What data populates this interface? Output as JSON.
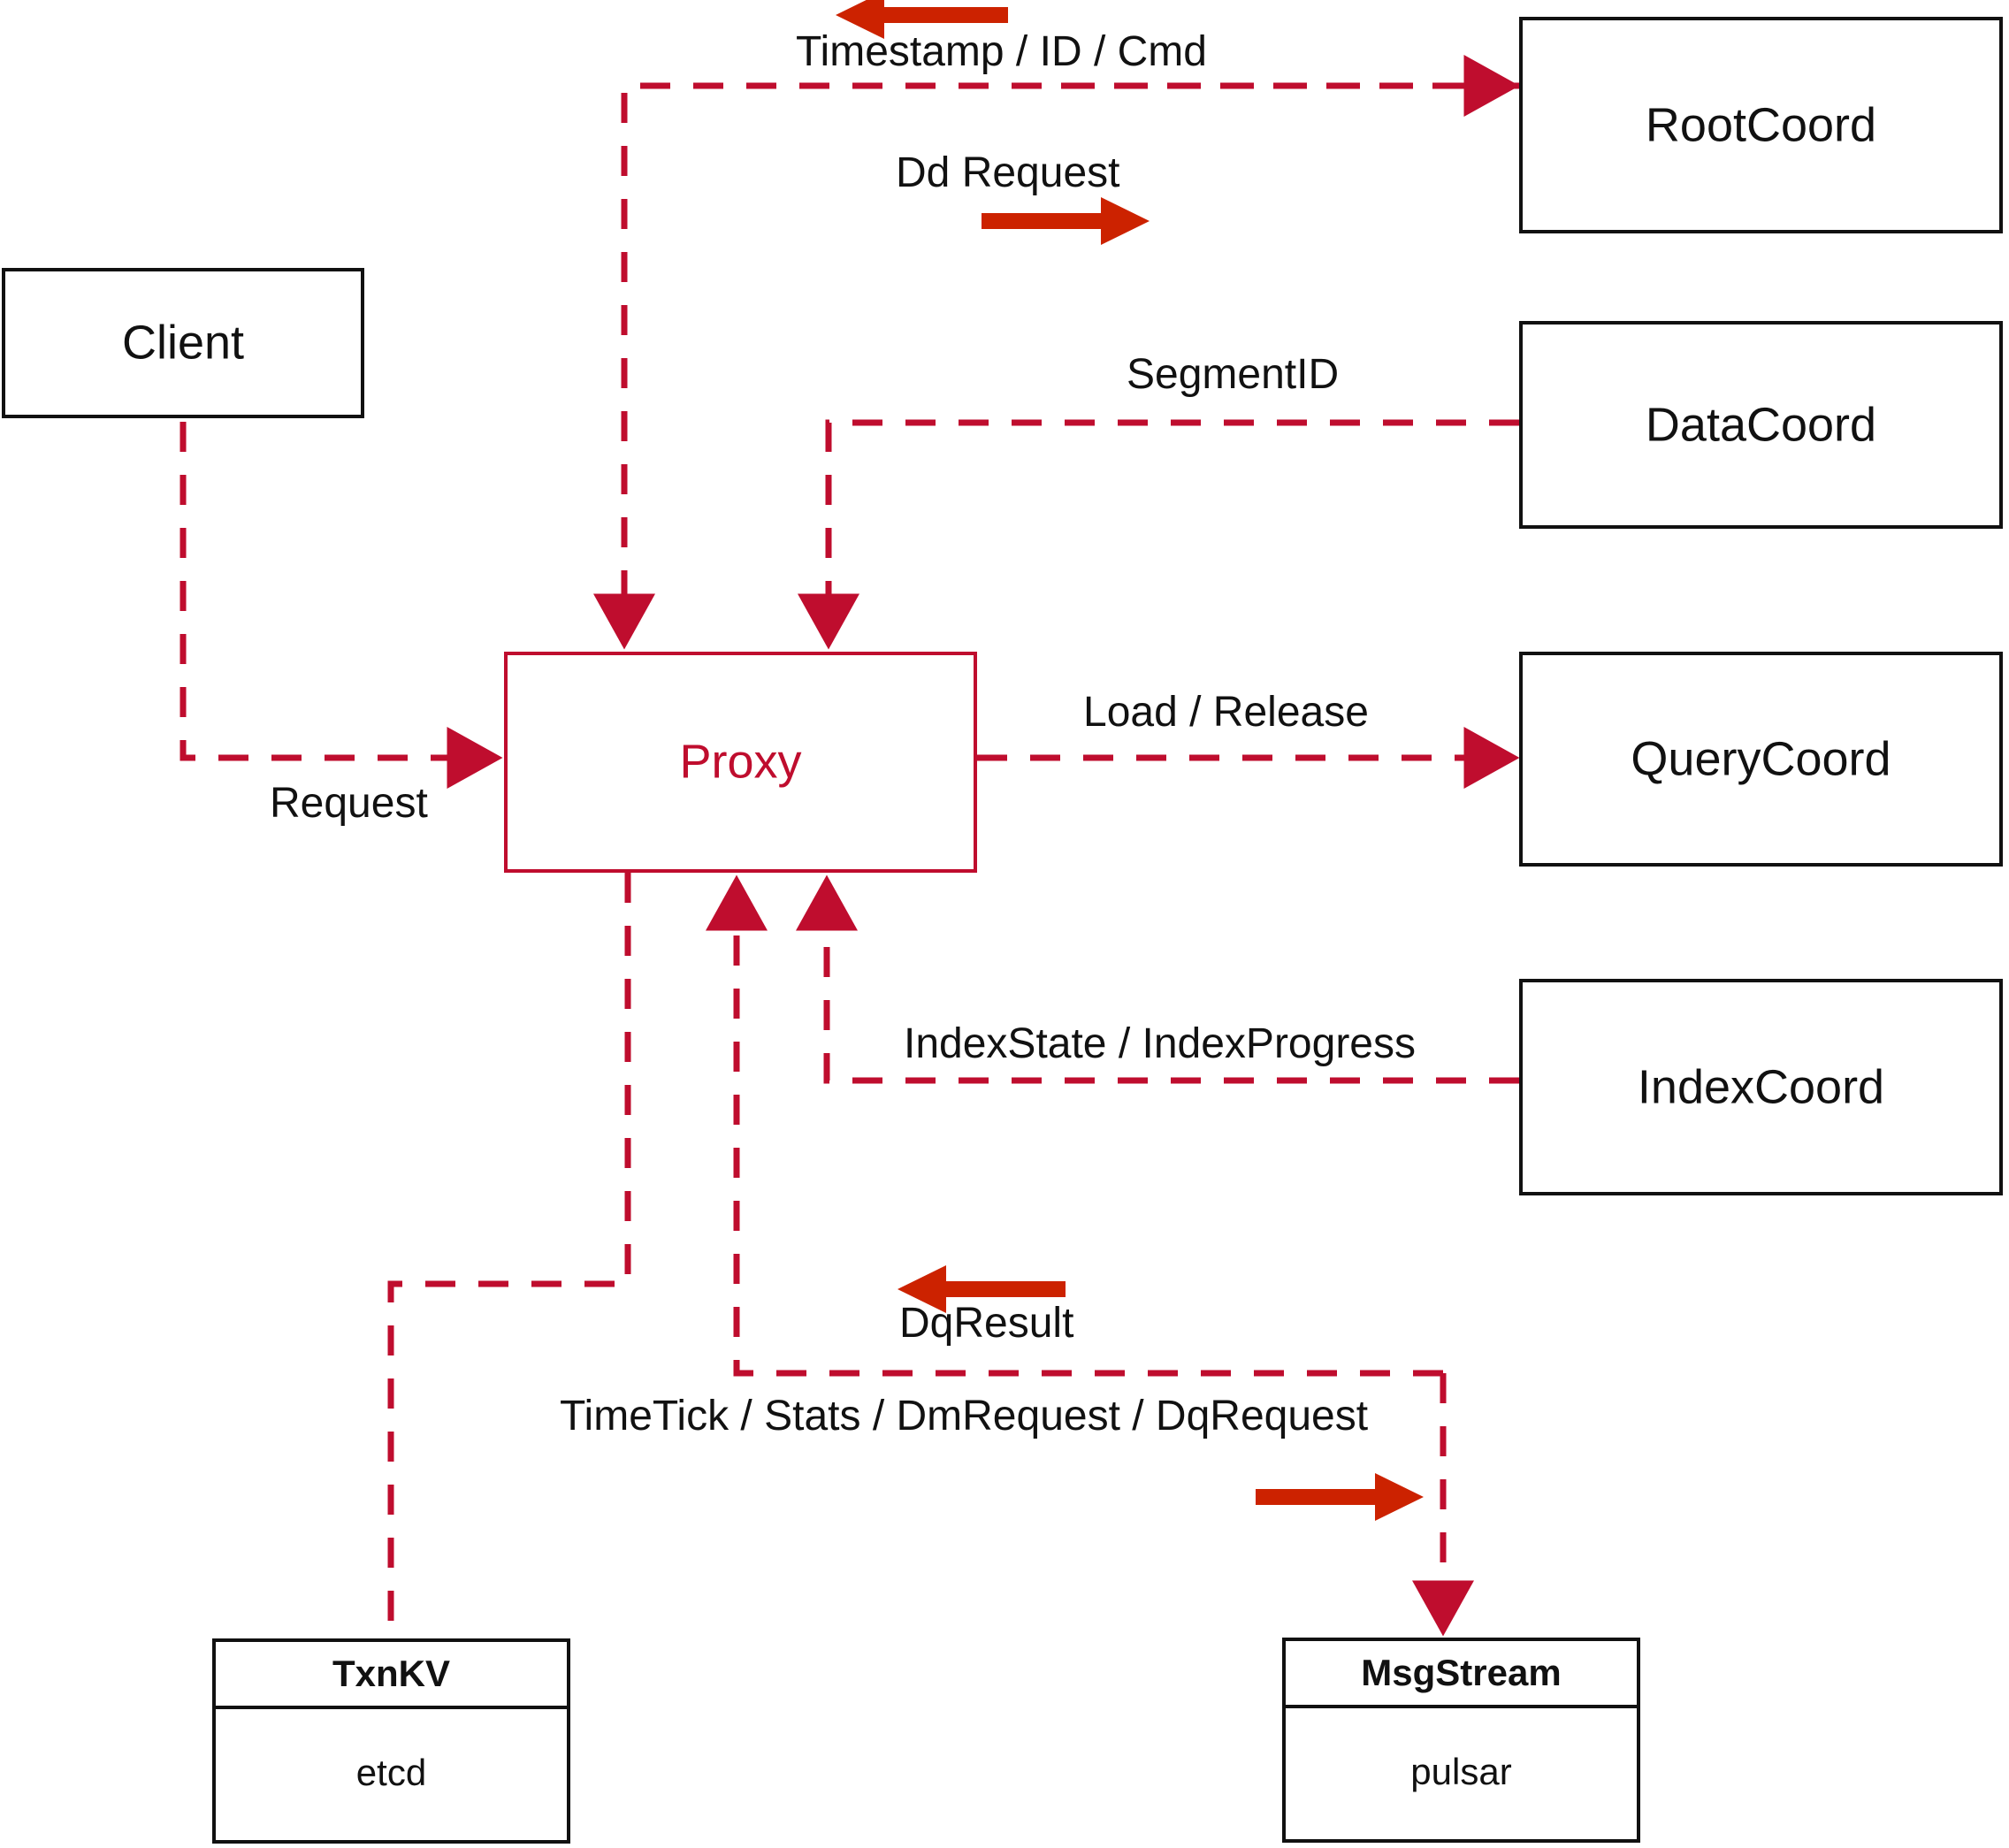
{
  "diagram": {
    "title": "Milvus Proxy interaction diagram",
    "colors": {
      "proxy_red": "#bf0d2e",
      "dashed_red": "#bf0d2e",
      "bold_arrow_red": "#cc2200",
      "box_black": "#111111",
      "background": "#ffffff"
    }
  },
  "nodes": {
    "client": {
      "label": "Client"
    },
    "proxy": {
      "label": "Proxy"
    },
    "root_coord": {
      "label": "RootCoord"
    },
    "data_coord": {
      "label": "DataCoord"
    },
    "query_coord": {
      "label": "QueryCoord"
    },
    "index_coord": {
      "label": "IndexCoord"
    },
    "txn_kv": {
      "header": "TxnKV",
      "body": "etcd"
    },
    "msg_stream": {
      "header": "MsgStream",
      "body": "pulsar"
    }
  },
  "edges": [
    {
      "id": "timestamp-id-cmd",
      "label": "Timestamp / ID / Cmd",
      "from": "root_coord",
      "to": "proxy",
      "direction": "left"
    },
    {
      "id": "dd-request",
      "label": "Dd Request",
      "from": "proxy",
      "to": "root_coord",
      "direction": "right"
    },
    {
      "id": "segment-id",
      "label": "SegmentID",
      "from": "data_coord",
      "to": "proxy",
      "direction": "left"
    },
    {
      "id": "request",
      "label": "Request",
      "from": "client",
      "to": "proxy",
      "direction": "right"
    },
    {
      "id": "load-release",
      "label": "Load / Release",
      "from": "proxy",
      "to": "query_coord",
      "direction": "right"
    },
    {
      "id": "index-state-progress",
      "label": "IndexState / IndexProgress",
      "from": "index_coord",
      "to": "proxy",
      "direction": "left"
    },
    {
      "id": "dq-result",
      "label": "DqResult",
      "from": "msg_stream",
      "to": "proxy",
      "direction": "left"
    },
    {
      "id": "timetick-stats-dm-dq",
      "label": "TimeTick / Stats / DmRequest / DqRequest",
      "from": "proxy",
      "to": "msg_stream",
      "direction": "right"
    },
    {
      "id": "proxy-txnkv",
      "label": "",
      "from": "proxy",
      "to": "txn_kv",
      "direction": "down"
    }
  ]
}
